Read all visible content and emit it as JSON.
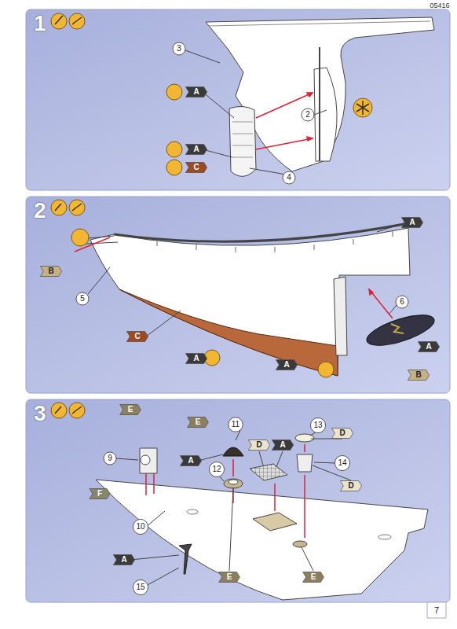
{
  "diagram": {
    "nodes": [
      {
        "text": [
          "1"
        ]
      },
      {
        "text": [
          "2"
        ]
      },
      {
        "text": [
          "3"
        ]
      }
    ],
    "labels": [
      "05416",
      "3",
      "A",
      "2",
      "A",
      "C",
      "4",
      "A",
      "B",
      "5",
      "C",
      "A",
      "6",
      "A",
      "A",
      "B",
      "E",
      "9",
      "E",
      "11",
      "A",
      "12",
      "D",
      "A",
      "13",
      "D",
      "14",
      "D",
      "F",
      "10",
      "E",
      "E",
      "A",
      "15",
      "7"
    ]
  }
}
